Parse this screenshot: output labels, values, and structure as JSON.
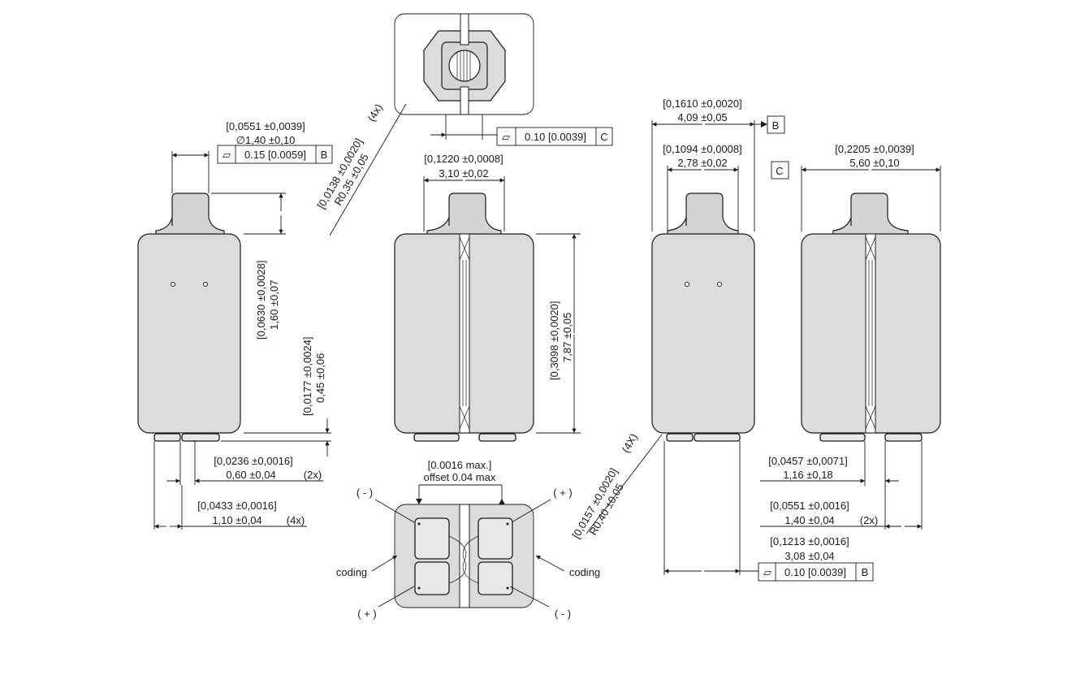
{
  "views": {
    "left": {
      "top_dim": [
        "[0,0551 ±0,0039]",
        "∅1,40 ±0,10"
      ],
      "flatness": {
        "symbol": "⏥",
        "value": "0.15 [0.0059]",
        "datum": "B"
      },
      "height_dim": [
        "[0,0630 ±0,0028]",
        "1,60 ±0,07"
      ],
      "gap_dim": [
        "[0,0177 ±0,0024]",
        "0,45 ±0,06"
      ],
      "pad_width_dim": [
        "[0,0236 ±0,0016]",
        "0,60 ±0,04",
        "(2x)"
      ],
      "pad_pitch_dim": [
        "[0,0433 ±0,0016]",
        "1,10 ±0,04",
        "(4x)"
      ]
    },
    "top": {
      "radius_dim": [
        "[0,0138 ±0,0020]",
        "R0,35 ±0,05",
        "(4x)"
      ],
      "flatness": {
        "symbol": "⏥",
        "value": "0.10 [0.0039]",
        "datum": "C"
      }
    },
    "front": {
      "width_dim": [
        "[0,1220 ±0,0008]",
        "3,10 ±0,02"
      ],
      "height_dim": [
        "[0,3098 ±0,0020]",
        "7,87 ±0,05"
      ]
    },
    "bottom": {
      "offset_dim": [
        "[0.0016 max.]",
        "offset 0.04 max"
      ],
      "polarity": {
        "top_left": "( - )",
        "top_right": "( + )",
        "bottom_left": "( + )",
        "bottom_right": "( - )"
      },
      "coding_left": "coding",
      "coding_right": "coding"
    },
    "side": {
      "outer_dim": [
        "[0,1610 ±0,0020]",
        "4,09 ±0,05"
      ],
      "datum_b": "B",
      "inner_dim": [
        "[0,1094 ±0,0008]",
        "2,78 ±0,02"
      ],
      "radius_dim": [
        "[0,0157 ±0,0020]",
        "R0,40 ±0,05",
        "(4X)"
      ],
      "bottom_dim": [
        "[0,1213 ±0,0016]",
        "3,08 ±0,04"
      ],
      "flatness": {
        "symbol": "⏥",
        "value": "0.10 [0.0039]",
        "datum": "B"
      }
    },
    "right": {
      "datum_c": "C",
      "width_dim": [
        "[0,2205 ±0,0039]",
        "5,60 ±0,10"
      ],
      "pad_dim": [
        "[0,0457 ±0,0071]",
        "1,16 ±0,18"
      ],
      "pad_pitch_dim": [
        "[0,0551 ±0,0016]",
        "1,40 ±0,04",
        "(2x)"
      ]
    }
  }
}
